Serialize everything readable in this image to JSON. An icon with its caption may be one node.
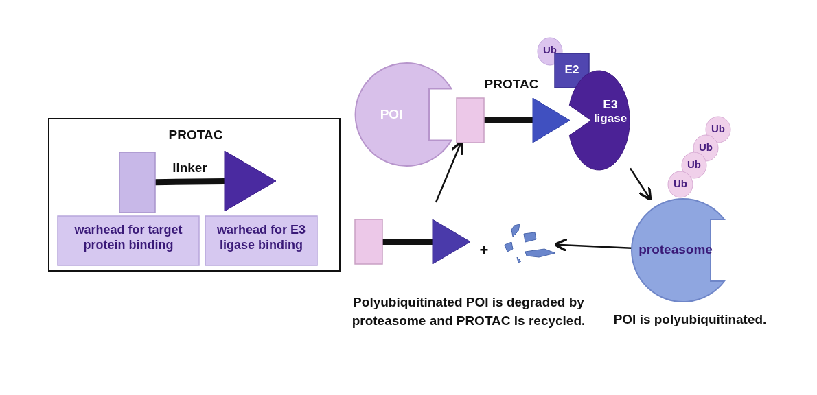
{
  "diagram": {
    "nodes": [
      {
        "text": [
          "PROTAC"
        ]
      },
      {
        "text": [],
        "shape": "box",
        "in": 0
      },
      {
        "text": [],
        "shape": "triangle",
        "in": 0
      },
      {
        "text": [
          "warhead for target protein binding"
        ],
        "in": 0
      },
      {
        "text": [
          "warhead for E3 ligase binding"
        ],
        "in": 0
      },
      {
        "text": [
          "POI"
        ]
      },
      {
        "text": [],
        "shape": "box"
      },
      {
        "text": [],
        "shape": "triangle"
      },
      {
        "text": [
          "Ub"
        ]
      },
      {
        "text": [
          "E2"
        ]
      },
      {
        "text": [
          "E3 ligase"
        ]
      },
      {
        "text": [
          "Ub"
        ]
      },
      {
        "text": [
          "Ub"
        ]
      },
      {
        "text": [
          "Ub"
        ]
      },
      {
        "text": [
          "Ub"
        ]
      },
      {
        "text": [
          "proteasome"
        ],
        "beside": [
          "POI is polyubiquitinated."
        ]
      },
      {
        "text": [],
        "shape": "box"
      },
      {
        "text": [],
        "shape": "triangle"
      },
      {
        "text": [],
        "shape": "picture"
      }
    ],
    "edges": [
      {
        "from": 1,
        "to": 2,
        "arrow": "none",
        "style": "thick",
        "label": "linker"
      },
      {
        "from": 6,
        "to": 7,
        "arrow": "none",
        "style": "thick"
      },
      {
        "from": null,
        "to": 6,
        "arrow": "to"
      },
      {
        "from": 10,
        "to": 15,
        "arrow": "to"
      },
      {
        "from": 15,
        "to": 18,
        "arrow": "to"
      },
      {
        "from": 16,
        "to": 17,
        "arrow": "none",
        "style": "thick"
      }
    ],
    "labels": [
      "PROTAC",
      "+",
      "Polyubiquitinated POI is degraded by proteasome and PROTAC is recycled."
    ]
  }
}
